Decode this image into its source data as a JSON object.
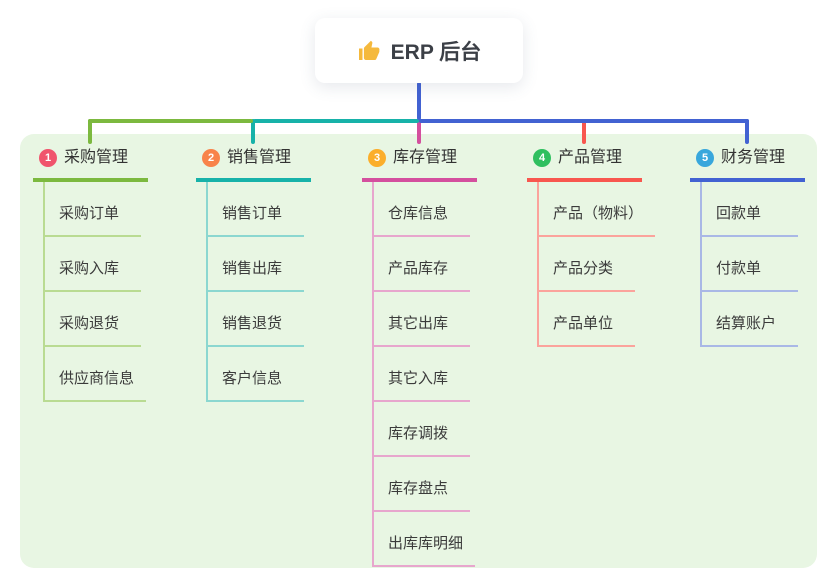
{
  "root": {
    "title": "ERP 后台",
    "icon": "thumbs-up-icon",
    "icon_color": "#f5b93c",
    "connector_color": "#4262d2"
  },
  "colors": {
    "panel_bg": "#e8f6e3",
    "card_bg": "#ffffff",
    "text": "#3a3a3a"
  },
  "branches": [
    {
      "index": "1",
      "title": "采购管理",
      "badge_color": "#f0546c",
      "line_color": "#7cb93f",
      "child_line_color": "#b9db92",
      "children": [
        "采购订单",
        "采购入库",
        "采购退货",
        "供应商信息"
      ]
    },
    {
      "index": "2",
      "title": "销售管理",
      "badge_color": "#f8834a",
      "line_color": "#17b2a9",
      "child_line_color": "#8bd7d0",
      "children": [
        "销售订单",
        "销售出库",
        "销售退货",
        "客户信息"
      ]
    },
    {
      "index": "3",
      "title": "库存管理",
      "badge_color": "#fbae2b",
      "line_color": "#d44f9e",
      "child_line_color": "#e7a6cd",
      "children": [
        "仓库信息",
        "产品库存",
        "其它出库",
        "其它入库",
        "库存调拨",
        "库存盘点",
        "出库库明细"
      ]
    },
    {
      "index": "4",
      "title": "产品管理",
      "badge_color": "#2fbf5f",
      "line_color": "#f8574f",
      "child_line_color": "#fba39c",
      "children": [
        "产品（物料）",
        "产品分类",
        "产品单位"
      ]
    },
    {
      "index": "5",
      "title": "财务管理",
      "badge_color": "#38a7dc",
      "line_color": "#4262d2",
      "child_line_color": "#a9b8e6",
      "children": [
        "回款单",
        "付款单",
        "结算账户"
      ]
    }
  ]
}
